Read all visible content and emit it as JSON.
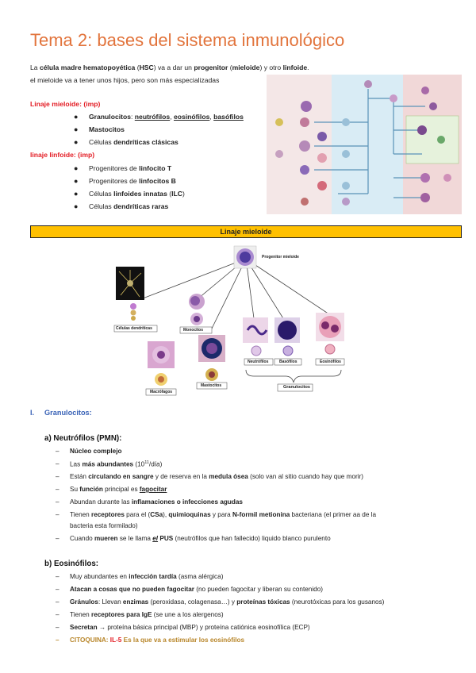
{
  "title": "Tema 2: bases del sistema inmunológico",
  "intro": {
    "line1": [
      "La ",
      "célula madre hematopoyética",
      " (",
      "HSC",
      ") va a dar un ",
      "progenitor",
      " (",
      "mieloide",
      ") y otro ",
      "linfoide",
      "."
    ],
    "line2": "el mieloide va a tener unos hijos, pero son más especializadas"
  },
  "linaje_mieloide": {
    "heading": "Linaje mieloide: (imp)",
    "items": {
      "granulocitos": [
        "Granulocitos",
        ": ",
        "neutrófilos",
        ", ",
        "eosinófilos",
        ", ",
        "basófilos"
      ],
      "mastocitos": "Mastocitos",
      "dendriticas": [
        "Células ",
        "dendríticas clásicas"
      ]
    }
  },
  "linaje_linfoide": {
    "heading": "linaje linfoide: (imp)",
    "items": {
      "t": [
        "Progenitores de ",
        "linfocito T"
      ],
      "b": [
        "Progenitores de ",
        "linfocitos B"
      ],
      "ilc": [
        "Células ",
        "linfoides innatas",
        " (",
        "ILC",
        ")"
      ],
      "raras": [
        "Células ",
        "dendríticas raras"
      ]
    }
  },
  "banner": "Linaje mieloide",
  "figure": {
    "top_label": "Progenitor mieloide",
    "labels": [
      "Células dendríticas",
      "Monocitos",
      "Macrófagos",
      "Mastocitos",
      "Neutrófilos",
      "Basófilos",
      "Eosinófilos",
      "Granulocitos"
    ]
  },
  "section_1": {
    "num": "I.",
    "label": "Granulocitos:"
  },
  "neutrofilos": {
    "heading": "a)  Neutrófilos (PMN):",
    "l1": "Núcleo complejo",
    "l2": [
      "Las ",
      "más abundantes",
      " (10",
      "11",
      "/día)"
    ],
    "l3": [
      "Están ",
      "circulando en sangre",
      " y de reserva en la ",
      "medula ósea",
      " (solo van al sitio cuando hay que morir)"
    ],
    "l4": [
      "Su ",
      "función",
      " principal es ",
      "fagocitar"
    ],
    "l5": [
      "Abundan durante las ",
      "inflamaciones o infecciones agudas"
    ],
    "l6": [
      "Tienen ",
      "receptores",
      " para el (",
      "CSa",
      "), ",
      "quimioquinas",
      " y para ",
      "N-formil metionina",
      " bacteriana (el primer aa de la"
    ],
    "l6b": "bacteria esta formilado)",
    "l7": [
      "Cuando ",
      "mueren",
      " se le llama ",
      "el",
      " ",
      "PUS",
      " (neutrófilos que han fallecido) liquido blanco purulento"
    ]
  },
  "eosinofilos": {
    "heading": "b)  Eosinófilos:",
    "l1": [
      "Muy abundantes en ",
      "infección tardía",
      " (asma alérgica)"
    ],
    "l2": [
      "Atacan a cosas que no pueden fagocitar",
      " (no pueden fagocitar y liberan su contenido)"
    ],
    "l3": [
      "Gránulos",
      ": Llevan ",
      "enzimas",
      " (peroxidasa, colagenasa…) y ",
      "proteínas tóxicas",
      " (neurotóxicas para los gusanos)"
    ],
    "l4": [
      "Tienen ",
      "receptores para IgE",
      " (se une a los alergenos)"
    ],
    "l5": [
      "Secretan",
      " → ",
      " proteína básica principal (MBP) y proteína catiónica eosinofílica (ECP)"
    ],
    "l6": [
      "CITOQUINA: ",
      "IL-5",
      " Es la que va a estimular los eosinófilos"
    ]
  },
  "colors": {
    "title": "#e2743c",
    "red": "#e31b23",
    "banner": "#ffc000",
    "section": "#3a63b7",
    "gold": "#b8862a"
  }
}
